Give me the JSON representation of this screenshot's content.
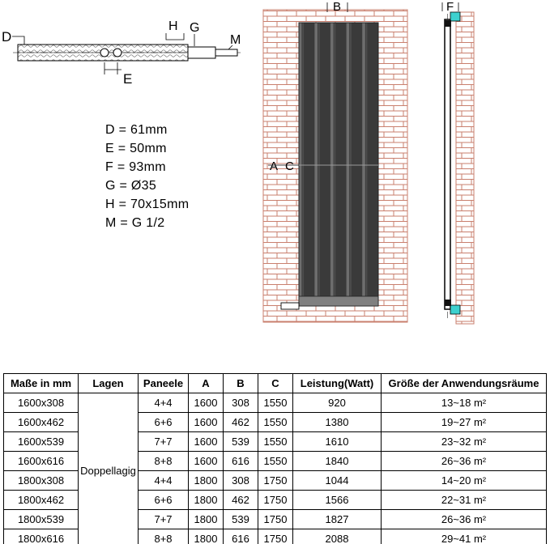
{
  "legend": {
    "lines": [
      "D = 61mm",
      "E = 50mm",
      "F = 93mm",
      "G = Ø35",
      "H = 70x15mm",
      "M = G 1/2"
    ]
  },
  "drawing_labels": {
    "d": "D",
    "e": "E",
    "g": "G",
    "h": "H",
    "m": "M",
    "a": "A",
    "b": "B",
    "c": "C",
    "f": "F"
  },
  "colors": {
    "brick_line": "#c97f6e",
    "radiator_dark": "#3a3a3a",
    "bracket_teal": "#3ed1cf"
  },
  "table": {
    "headers": [
      "Maße in mm",
      "Lagen",
      "Paneele",
      "A",
      "B",
      "C",
      "Leistung(Watt)",
      "Größe der Anwendungsräume"
    ],
    "lagen": "Doppellagig",
    "rows": [
      {
        "size": "1600x308",
        "paneele": "4+4",
        "a": "1600",
        "b": "308",
        "c": "1550",
        "watt": "920",
        "area": "13~18 m²"
      },
      {
        "size": "1600x462",
        "paneele": "6+6",
        "a": "1600",
        "b": "462",
        "c": "1550",
        "watt": "1380",
        "area": "19~27 m²"
      },
      {
        "size": "1600x539",
        "paneele": "7+7",
        "a": "1600",
        "b": "539",
        "c": "1550",
        "watt": "1610",
        "area": "23~32 m²"
      },
      {
        "size": "1600x616",
        "paneele": "8+8",
        "a": "1600",
        "b": "616",
        "c": "1550",
        "watt": "1840",
        "area": "26~36 m²"
      },
      {
        "size": "1800x308",
        "paneele": "4+4",
        "a": "1800",
        "b": "308",
        "c": "1750",
        "watt": "1044",
        "area": "14~20 m²"
      },
      {
        "size": "1800x462",
        "paneele": "6+6",
        "a": "1800",
        "b": "462",
        "c": "1750",
        "watt": "1566",
        "area": "22~31 m²"
      },
      {
        "size": "1800x539",
        "paneele": "7+7",
        "a": "1800",
        "b": "539",
        "c": "1750",
        "watt": "1827",
        "area": "26~36 m²"
      },
      {
        "size": "1800x616",
        "paneele": "8+8",
        "a": "1800",
        "b": "616",
        "c": "1750",
        "watt": "2088",
        "area": "29~41 m²"
      }
    ]
  }
}
